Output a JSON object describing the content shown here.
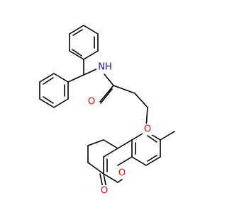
{
  "molecule": {
    "atoms": {
      "nh": {
        "text": "NH",
        "color": "#1010ee"
      },
      "o_amide": {
        "text": "O",
        "color": "#e01010"
      },
      "o_ether": {
        "text": "O",
        "color": "#e01010"
      },
      "o_ring": {
        "text": "O",
        "color": "#e01010"
      },
      "o_carbonyl": {
        "text": "O",
        "color": "#e01010"
      }
    },
    "bond_color": "#000000"
  }
}
